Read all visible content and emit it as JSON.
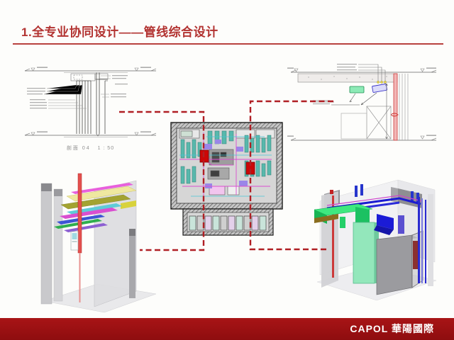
{
  "slide": {
    "title": "1.全专业协同设计——管线综合设计",
    "title_color": "#b23230",
    "background_color": "#fdfdfb",
    "divider_color": "#b8423e"
  },
  "drawings": {
    "left_section": {
      "caption": "剖面 04",
      "scale": "1 : 50"
    }
  },
  "connectors": {
    "color": "#b01f24",
    "style": "dashed"
  },
  "footer": {
    "logo_text": "CAPOL 華陽國際",
    "background_color": "#9e1113",
    "text_color": "#ffffff"
  }
}
